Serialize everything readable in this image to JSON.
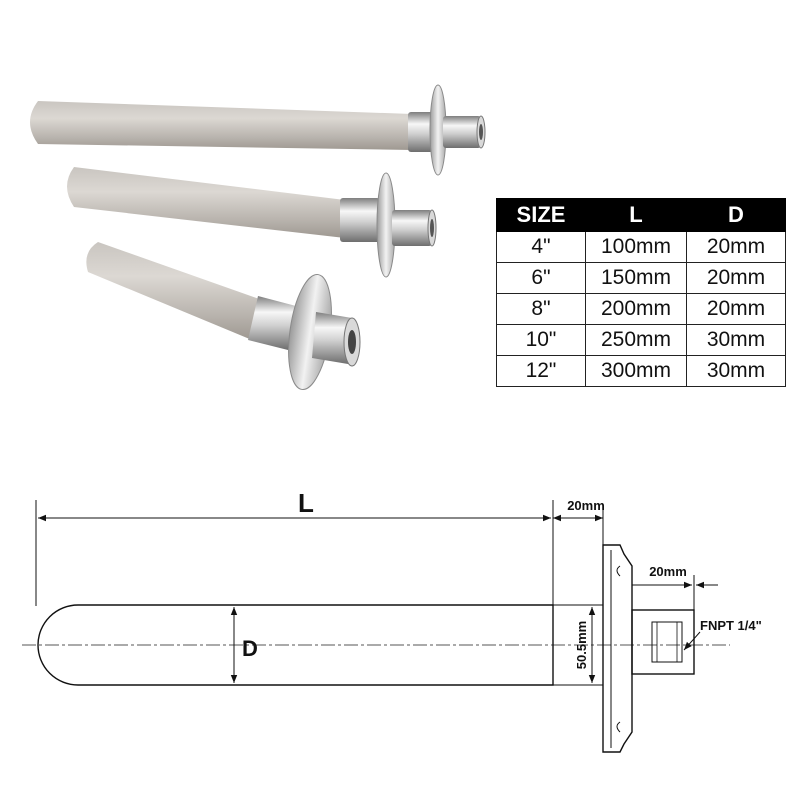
{
  "table": {
    "headers": [
      "SIZE",
      "L",
      "D"
    ],
    "rows": [
      [
        "4\"",
        "100mm",
        "20mm"
      ],
      [
        "6\"",
        "150mm",
        "20mm"
      ],
      [
        "8\"",
        "200mm",
        "20mm"
      ],
      [
        "10\"",
        "250mm",
        "30mm"
      ],
      [
        "12\"",
        "300mm",
        "30mm"
      ]
    ]
  },
  "drawing": {
    "length_label": "L",
    "diameter_label": "D",
    "flange_offset_label": "20mm",
    "fitting_length_label": "20mm",
    "flange_diameter_label": "50.5mm",
    "thread_label": "FNPT 1/4\""
  },
  "colors": {
    "tube_light": "#d8d4cf",
    "tube_dark": "#a9a39c",
    "steel_light": "#f4f4f4",
    "steel_dark": "#8f8f8f",
    "table_header_bg": "#000000"
  }
}
